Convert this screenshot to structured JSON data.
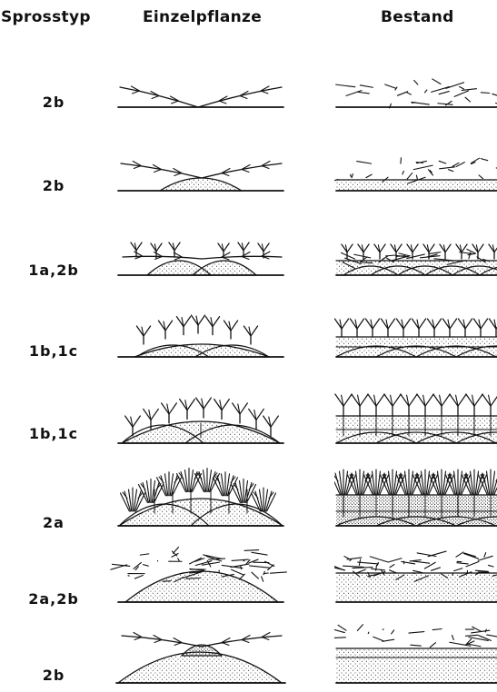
{
  "headers": {
    "shoot_type": "Sprosstyp",
    "single_plant": "Einzelpflanze",
    "stand": "Bestand"
  },
  "rows": [
    {
      "type": "2b"
    },
    {
      "type": "2b"
    },
    {
      "type": "1a,2b"
    },
    {
      "type": "1b,1c"
    },
    {
      "type": "1b,1c"
    },
    {
      "type": "2a"
    },
    {
      "type": "2a,2b"
    },
    {
      "type": "2b"
    }
  ],
  "colors": {
    "ink": "#111111",
    "stipple": "#222222",
    "background": "#ffffff"
  }
}
